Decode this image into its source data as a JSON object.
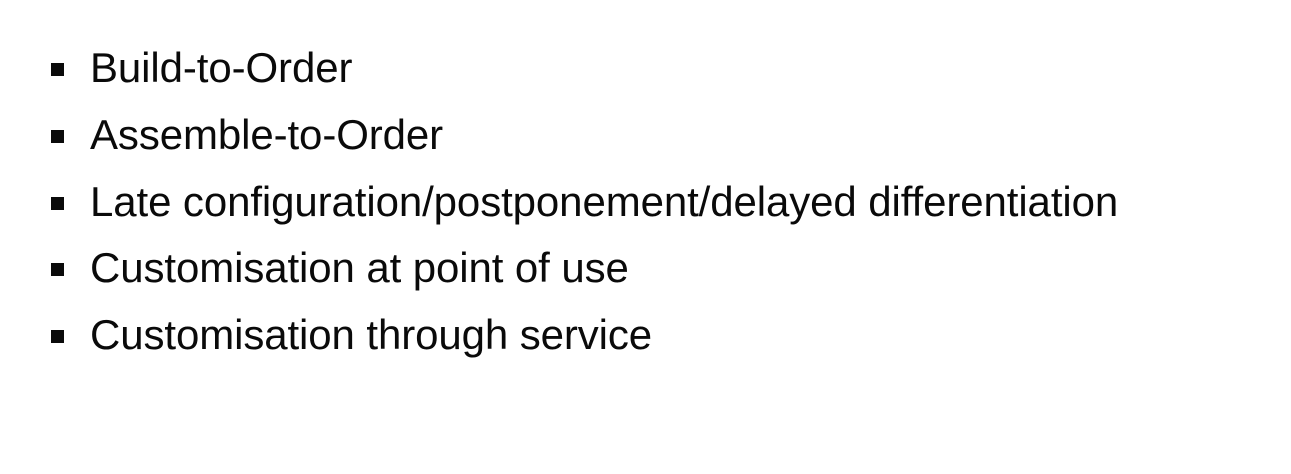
{
  "slide": {
    "background_color": "#ffffff",
    "text_color": "#0a0a0a",
    "bullet_marker_color": "#0a0a0a",
    "bullet_marker_shape": "filled-square",
    "bullet_icon_name": "square-bullet-icon",
    "items": [
      {
        "label": "Build-to-Order"
      },
      {
        "label": "Assemble-to-Order"
      },
      {
        "label": "Late configuration/postponement/delayed differentiation"
      },
      {
        "label": "Customisation at point of use"
      },
      {
        "label": "Customisation through service"
      }
    ]
  }
}
